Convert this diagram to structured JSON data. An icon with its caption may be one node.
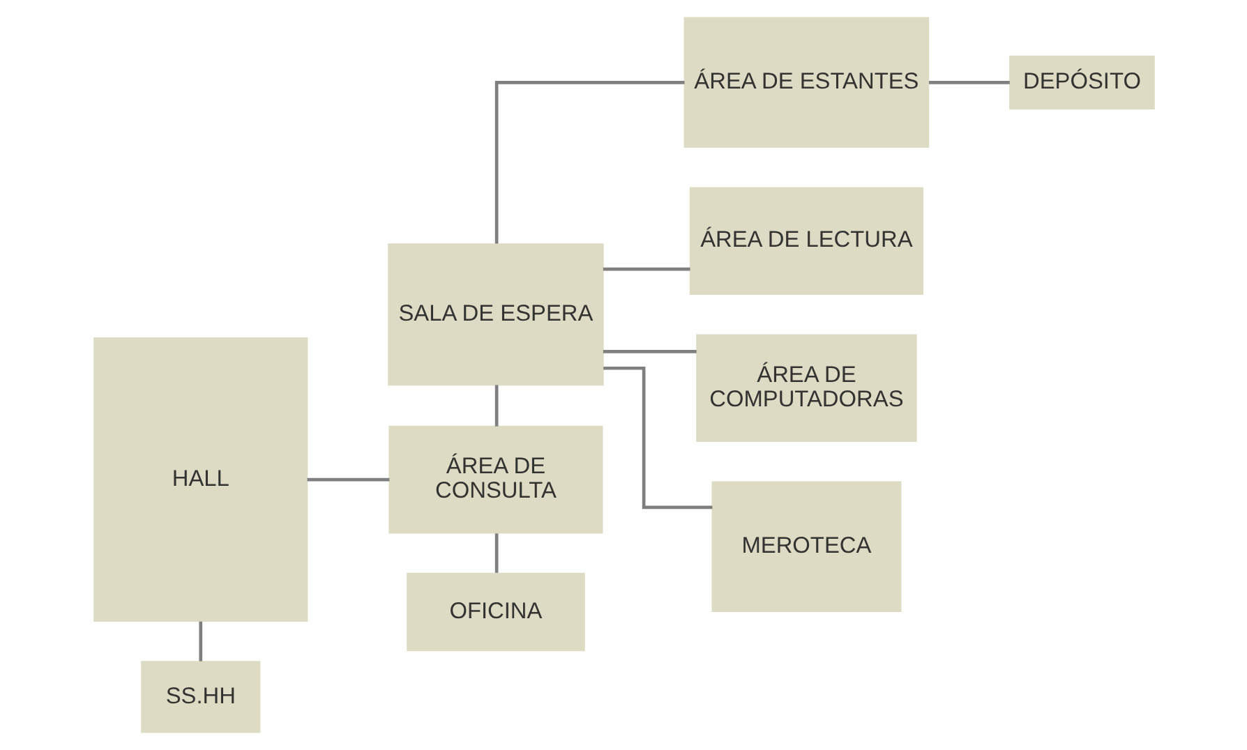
{
  "diagram": {
    "nodes": [
      {
        "text": [
          "HALL"
        ]
      },
      {
        "text": [
          "SS.HH"
        ]
      },
      {
        "text": [
          "SALA DE ESPERA"
        ]
      },
      {
        "text": [
          "ÁREA DE CONSULTA"
        ]
      },
      {
        "text": [
          "OFICINA"
        ]
      },
      {
        "text": [
          "ÁREA DE ESTANTES"
        ]
      },
      {
        "text": [
          "DEPÓSITO"
        ]
      },
      {
        "text": [
          "ÁREA DE LECTURA"
        ]
      },
      {
        "text": [
          "ÁREA DE COMPUTADORAS"
        ]
      },
      {
        "text": [
          "MEROTECA"
        ]
      }
    ],
    "edges": [
      {
        "from": 0,
        "to": 1,
        "arrow": "none"
      },
      {
        "from": 0,
        "to": 3,
        "arrow": "none"
      },
      {
        "from": 2,
        "to": 3,
        "arrow": "none"
      },
      {
        "from": 3,
        "to": 4,
        "arrow": "none"
      },
      {
        "from": 2,
        "to": 5,
        "arrow": "none"
      },
      {
        "from": 5,
        "to": 6,
        "arrow": "none"
      },
      {
        "from": 2,
        "to": 7,
        "arrow": "none"
      },
      {
        "from": 2,
        "to": 8,
        "arrow": "none"
      },
      {
        "from": 2,
        "to": 9,
        "arrow": "none"
      }
    ]
  }
}
